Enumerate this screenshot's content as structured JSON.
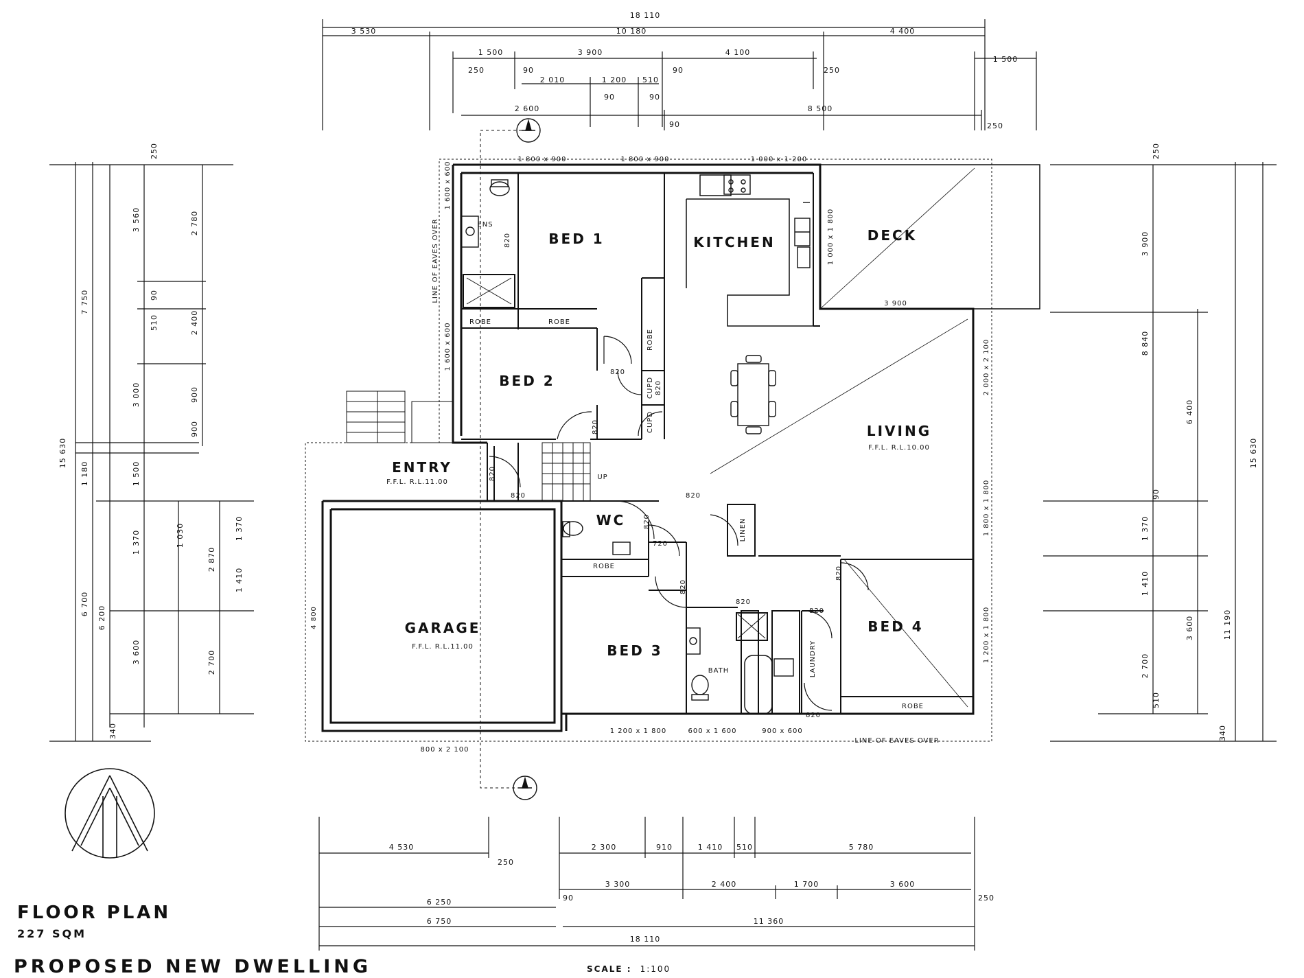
{
  "rooms": {
    "bed1": "BED 1",
    "bed2": "BED 2",
    "bed3": "BED 3",
    "bed4": "BED 4",
    "kitchen": "KITCHEN",
    "deck": "DECK",
    "living": "LIVING",
    "living_ffl": "F.F.L. R.L.10.00",
    "entry": "ENTRY",
    "entry_ffl": "F.F.L. R.L.11.00",
    "garage": "GARAGE",
    "garage_ffl": "F.F.L. R.L.11.00",
    "wc": "WC",
    "ens": "ENS",
    "bath": "BATH",
    "laundry": "LAUNDRY",
    "linen": "LINEN",
    "robe": "ROBE",
    "cupd": "CUPD",
    "up": "UP"
  },
  "notes": {
    "eaves_side": "LINE OF EAVES OVER",
    "eaves_bottom": "LINE OF EAVES OVER"
  },
  "windows": {
    "w_1800x900_a": "1 800 x 900",
    "w_1800x900_b": "1 800 x 900",
    "w_1000x1200": "1 000 x 1 200",
    "w_1000x1800": "1 000 x 1 800",
    "w_600x900_a": "1 600 x 600",
    "w_600x900_b": "1 600 x 600",
    "w_2000x2100": "2 000 x 2 100",
    "w_1800x1800": "1 800 x 1 800",
    "w_1200x1800_r": "1 200 x 1 800",
    "w_1200x1800_b": "1 200 x 1 800",
    "w_600x1600": "600 x 1 600",
    "w_900x600": "900 x 600",
    "w_800x2100": "800 x 2 100",
    "d_4800": "4 800",
    "d_3900_deck": "3 900"
  },
  "doors": {
    "d820": "820",
    "d720": "720"
  },
  "dims_top": {
    "overall": "18 110",
    "r1_a": "3 530",
    "r1_b": "10 180",
    "r1_c": "4 400",
    "r2_a": "1 500",
    "r2_b": "3 900",
    "r2_c": "4 100",
    "r2_d": "1 500",
    "r2_250a": "250",
    "r2_90a": "90",
    "r2_90b": "90",
    "r2_250b": "250",
    "r3_a": "2 010",
    "r3_b": "1 200",
    "r3_c": "510",
    "r3_90a": "90",
    "r3_90b": "90",
    "r4_a": "2 600",
    "r4_b": "8 500",
    "r4_90": "90",
    "r4_250": "250"
  },
  "dims_left": {
    "overall": "15 630",
    "a": "7 750",
    "b": "1 180",
    "c": "6 700",
    "d": "3 560",
    "e": "3 000",
    "f": "1 500",
    "g": "6 200",
    "h": "2 780",
    "i": "2 400",
    "j": "900",
    "k": "900",
    "l": "1 370",
    "m": "1 030",
    "n": "2 870",
    "o": "1 410",
    "p": "2 700",
    "q": "3 600",
    "r": "1 370",
    "t250": "250",
    "t90": "90",
    "t510": "510",
    "t340": "340"
  },
  "dims_right": {
    "overall": "15 630",
    "a": "3 900",
    "b": "8 840",
    "c": "6 400",
    "d": "11 190",
    "e": "1 370",
    "f": "1 410",
    "g": "3 600",
    "h": "2 700",
    "t250": "250",
    "t90": "90",
    "t510": "510",
    "t340": "340"
  },
  "dims_bottom": {
    "r1_a": "4 530",
    "r1_b": "2 300",
    "r1_c": "910",
    "r1_d": "1 410",
    "r1_e": "510",
    "r1_f": "5 780",
    "r2_a": "3 300",
    "r2_b": "2 400",
    "r2_c": "1 700",
    "r2_d": "3 600",
    "r3_a": "6 250",
    "r4_a": "6 750",
    "r4_b": "11 360",
    "overall": "18 110",
    "t250": "250",
    "t90": "90"
  },
  "title": {
    "main": "FLOOR PLAN",
    "area": "227 SQM",
    "project": "PROPOSED NEW DWELLING",
    "scale_label": "SCALE :",
    "scale_value": "1:100"
  }
}
